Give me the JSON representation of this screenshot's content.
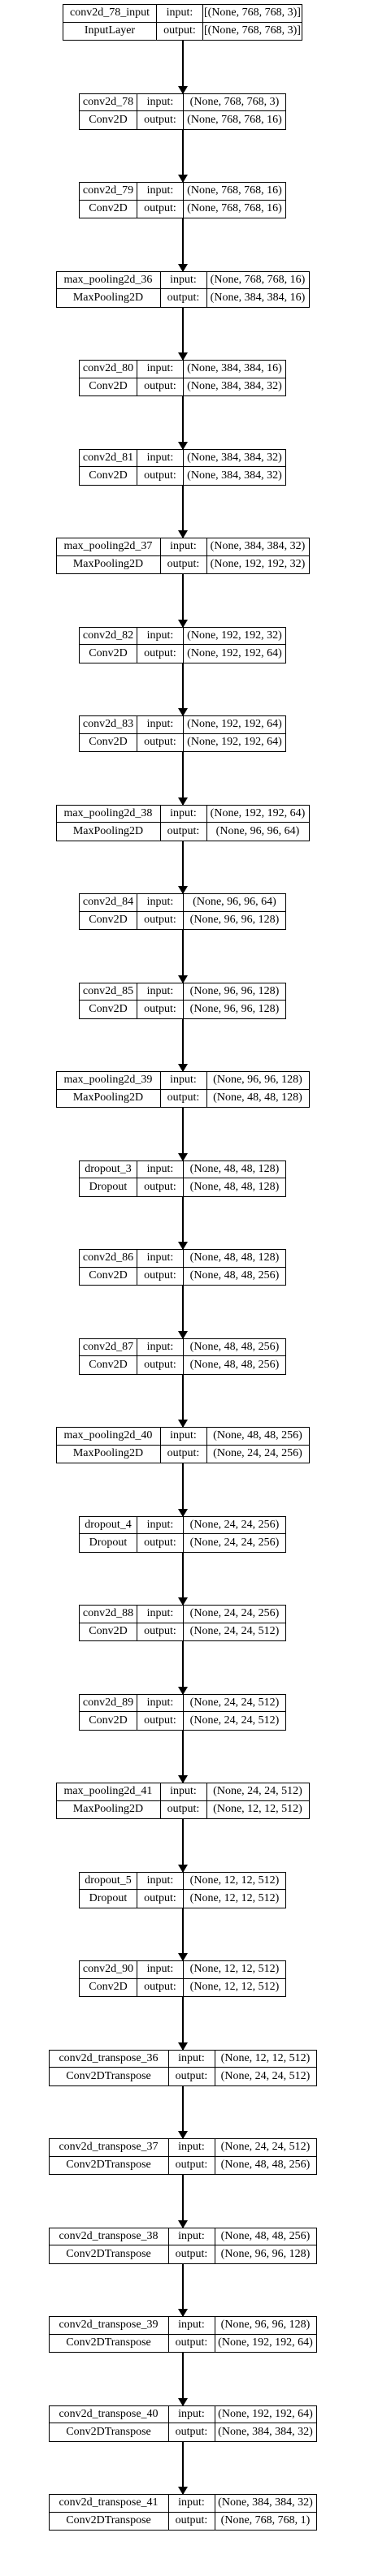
{
  "io_labels": {
    "input": "input:",
    "output": "output:"
  },
  "layers": [
    {
      "name": "conv2d_78_input",
      "type": "InputLayer",
      "input": "[(None, 768, 768, 3)]",
      "output": "[(None, 768, 768, 3)]"
    },
    {
      "name": "conv2d_78",
      "type": "Conv2D",
      "input": "(None, 768, 768, 3)",
      "output": "(None, 768, 768, 16)"
    },
    {
      "name": "conv2d_79",
      "type": "Conv2D",
      "input": "(None, 768, 768, 16)",
      "output": "(None, 768, 768, 16)"
    },
    {
      "name": "max_pooling2d_36",
      "type": "MaxPooling2D",
      "input": "(None, 768, 768, 16)",
      "output": "(None, 384, 384, 16)"
    },
    {
      "name": "conv2d_80",
      "type": "Conv2D",
      "input": "(None, 384, 384, 16)",
      "output": "(None, 384, 384, 32)"
    },
    {
      "name": "conv2d_81",
      "type": "Conv2D",
      "input": "(None, 384, 384, 32)",
      "output": "(None, 384, 384, 32)"
    },
    {
      "name": "max_pooling2d_37",
      "type": "MaxPooling2D",
      "input": "(None, 384, 384, 32)",
      "output": "(None, 192, 192, 32)"
    },
    {
      "name": "conv2d_82",
      "type": "Conv2D",
      "input": "(None, 192, 192, 32)",
      "output": "(None, 192, 192, 64)"
    },
    {
      "name": "conv2d_83",
      "type": "Conv2D",
      "input": "(None, 192, 192, 64)",
      "output": "(None, 192, 192, 64)"
    },
    {
      "name": "max_pooling2d_38",
      "type": "MaxPooling2D",
      "input": "(None, 192, 192, 64)",
      "output": "(None, 96, 96, 64)"
    },
    {
      "name": "conv2d_84",
      "type": "Conv2D",
      "input": "(None, 96, 96, 64)",
      "output": "(None, 96, 96, 128)"
    },
    {
      "name": "conv2d_85",
      "type": "Conv2D",
      "input": "(None, 96, 96, 128)",
      "output": "(None, 96, 96, 128)"
    },
    {
      "name": "max_pooling2d_39",
      "type": "MaxPooling2D",
      "input": "(None, 96, 96, 128)",
      "output": "(None, 48, 48, 128)"
    },
    {
      "name": "dropout_3",
      "type": "Dropout",
      "input": "(None, 48, 48, 128)",
      "output": "(None, 48, 48, 128)"
    },
    {
      "name": "conv2d_86",
      "type": "Conv2D",
      "input": "(None, 48, 48, 128)",
      "output": "(None, 48, 48, 256)"
    },
    {
      "name": "conv2d_87",
      "type": "Conv2D",
      "input": "(None, 48, 48, 256)",
      "output": "(None, 48, 48, 256)"
    },
    {
      "name": "max_pooling2d_40",
      "type": "MaxPooling2D",
      "input": "(None, 48, 48, 256)",
      "output": "(None, 24, 24, 256)"
    },
    {
      "name": "dropout_4",
      "type": "Dropout",
      "input": "(None, 24, 24, 256)",
      "output": "(None, 24, 24, 256)"
    },
    {
      "name": "conv2d_88",
      "type": "Conv2D",
      "input": "(None, 24, 24, 256)",
      "output": "(None, 24, 24, 512)"
    },
    {
      "name": "conv2d_89",
      "type": "Conv2D",
      "input": "(None, 24, 24, 512)",
      "output": "(None, 24, 24, 512)"
    },
    {
      "name": "max_pooling2d_41",
      "type": "MaxPooling2D",
      "input": "(None, 24, 24, 512)",
      "output": "(None, 12, 12, 512)"
    },
    {
      "name": "dropout_5",
      "type": "Dropout",
      "input": "(None, 12, 12, 512)",
      "output": "(None, 12, 12, 512)"
    },
    {
      "name": "conv2d_90",
      "type": "Conv2D",
      "input": "(None, 12, 12, 512)",
      "output": "(None, 12, 12, 512)"
    },
    {
      "name": "conv2d_transpose_36",
      "type": "Conv2DTranspose",
      "input": "(None, 12, 12, 512)",
      "output": "(None, 24, 24, 512)"
    },
    {
      "name": "conv2d_transpose_37",
      "type": "Conv2DTranspose",
      "input": "(None, 24, 24, 512)",
      "output": "(None, 48, 48, 256)"
    },
    {
      "name": "conv2d_transpose_38",
      "type": "Conv2DTranspose",
      "input": "(None, 48, 48, 256)",
      "output": "(None, 96, 96, 128)"
    },
    {
      "name": "conv2d_transpose_39",
      "type": "Conv2DTranspose",
      "input": "(None, 96, 96, 128)",
      "output": "(None, 192, 192, 64)"
    },
    {
      "name": "conv2d_transpose_40",
      "type": "Conv2DTranspose",
      "input": "(None, 192, 192, 64)",
      "output": "(None, 384, 384, 32)"
    },
    {
      "name": "conv2d_transpose_41",
      "type": "Conv2DTranspose",
      "input": "(None, 384, 384, 32)",
      "output": "(None, 768, 768, 1)"
    }
  ]
}
